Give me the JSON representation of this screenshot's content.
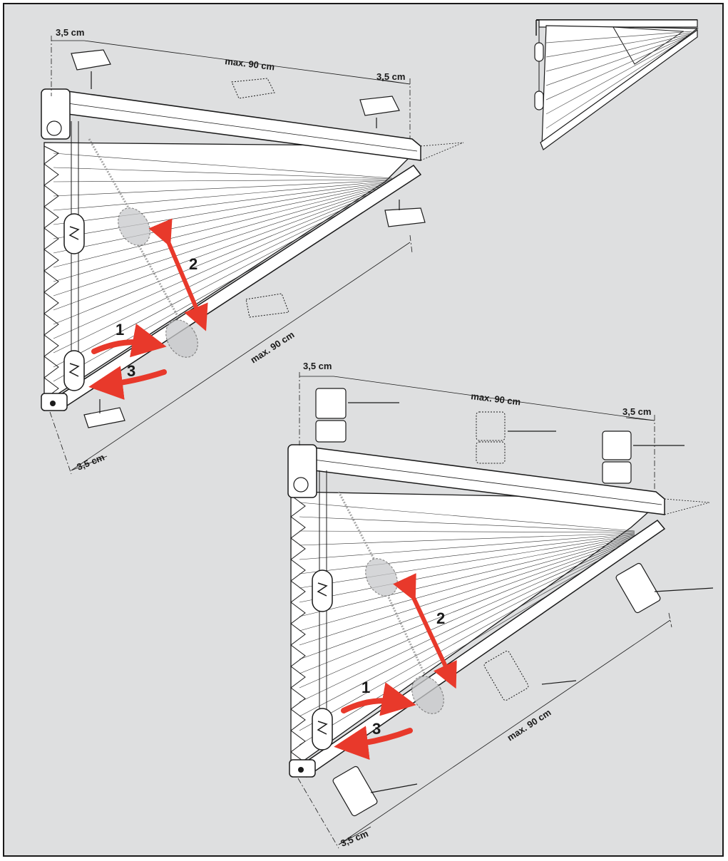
{
  "colors": {
    "background": "#dedfe0",
    "frame_border": "#1a1a1a",
    "arrow_red": "#e8392b",
    "line": "#1a1a1a",
    "blind_fill": "#ffffff"
  },
  "diagram_top": {
    "dim_left_offset": "3,5 cm",
    "dim_top_width": "max. 90 cm",
    "dim_right_offset": "3,5 cm",
    "dim_diagonal": "max. 90 cm",
    "dim_bottom_offset": "3,5 cm",
    "step_1": "1",
    "step_2": "2",
    "step_3": "3"
  },
  "diagram_bottom": {
    "dim_left_offset": "3,5 cm",
    "dim_top_width": "max. 90 cm",
    "dim_right_offset": "3,5 cm",
    "dim_diagonal": "max. 90 cm",
    "dim_bottom_offset": "3,5 cm",
    "step_1": "1",
    "step_2": "2",
    "step_3": "3"
  },
  "icons": [
    "handle-icon",
    "bracket-icon",
    "screw-icon",
    "headrail-icon",
    "arrow-icon"
  ]
}
